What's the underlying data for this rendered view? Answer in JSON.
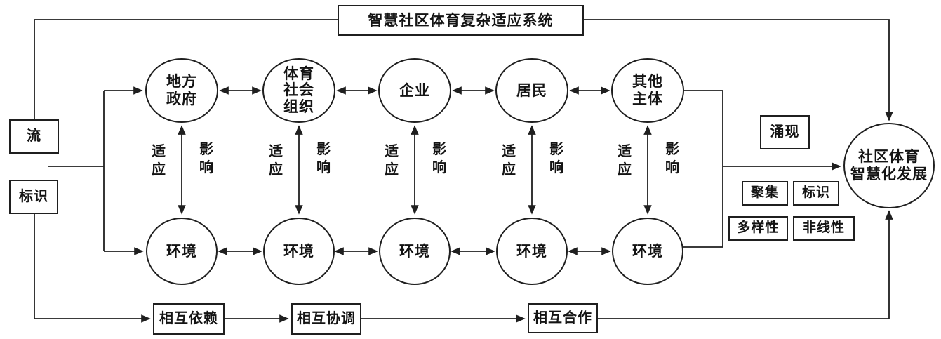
{
  "system": {
    "title": "智慧社区体育复杂适应系统"
  },
  "inputs": {
    "flow_label": "流",
    "identification_label": "标识"
  },
  "agents": [
    {
      "label": "地方\n政府"
    },
    {
      "label": "体育\n社会\n组织"
    },
    {
      "label": "企业"
    },
    {
      "label": "居民"
    },
    {
      "label": "其他\n主体"
    }
  ],
  "environment": {
    "label": "环境"
  },
  "interaction": {
    "adaptation_label": "适\n应",
    "influence_label": "影\n响"
  },
  "emergence": {
    "label": "涌现",
    "features": [
      {
        "label": "聚集"
      },
      {
        "label": "标识"
      },
      {
        "label": "多样性"
      },
      {
        "label": "非线性"
      }
    ]
  },
  "outcome": {
    "label": "社区体育\n智慧化发展"
  },
  "process_boxes": [
    {
      "label": "相互依赖"
    },
    {
      "label": "相互协调"
    },
    {
      "label": "相互合作"
    }
  ],
  "colors": {
    "line": "#1f1f1f",
    "background": "#ffffff",
    "text": "#141414"
  }
}
